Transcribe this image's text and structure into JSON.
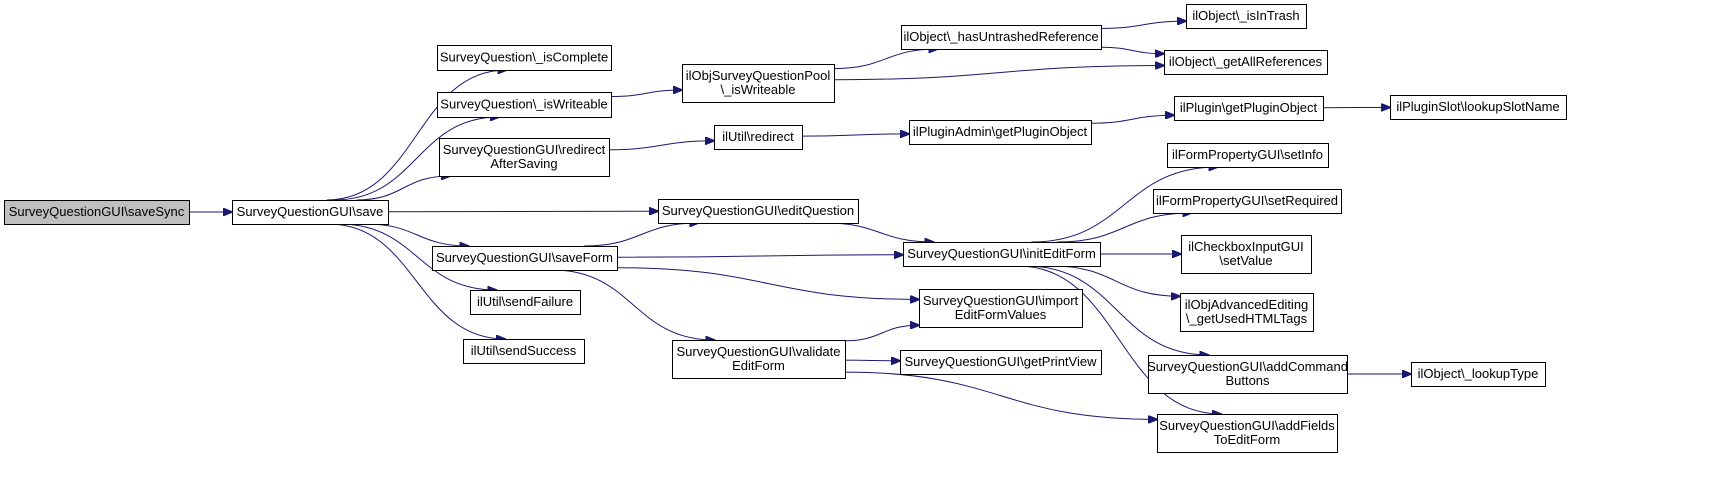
{
  "colors": {
    "edge": "#191970",
    "root_fill": "#bfbfbf",
    "node_fill": "#ffffff",
    "border": "#000000"
  },
  "nodes": [
    {
      "id": "saveSync",
      "lines": [
        "SurveyQuestionGUI\\saveSync"
      ],
      "root": true
    },
    {
      "id": "save",
      "lines": [
        "SurveyQuestionGUI\\save"
      ]
    },
    {
      "id": "isComplete",
      "lines": [
        "SurveyQuestion\\_isComplete"
      ]
    },
    {
      "id": "isWriteable",
      "lines": [
        "SurveyQuestion\\_isWriteable"
      ]
    },
    {
      "id": "redirectAfterSaving",
      "lines": [
        "SurveyQuestionGUI\\redirect",
        "AfterSaving"
      ]
    },
    {
      "id": "saveForm",
      "lines": [
        "SurveyQuestionGUI\\saveForm"
      ]
    },
    {
      "id": "sendFailure",
      "lines": [
        "ilUtil\\sendFailure"
      ]
    },
    {
      "id": "sendSuccess",
      "lines": [
        "ilUtil\\sendSuccess"
      ]
    },
    {
      "id": "poolIsWriteable",
      "lines": [
        "ilObjSurveyQuestionPool",
        "\\_isWriteable"
      ]
    },
    {
      "id": "utilRedirect",
      "lines": [
        "ilUtil\\redirect"
      ]
    },
    {
      "id": "editQuestion",
      "lines": [
        "SurveyQuestionGUI\\editQuestion"
      ]
    },
    {
      "id": "validateEditForm",
      "lines": [
        "SurveyQuestionGUI\\validate",
        "EditForm"
      ]
    },
    {
      "id": "hasUntrashed",
      "lines": [
        "ilObject\\_hasUntrashedReference"
      ]
    },
    {
      "id": "pluginAdmin",
      "lines": [
        "ilPluginAdmin\\getPluginObject"
      ]
    },
    {
      "id": "initEditForm",
      "lines": [
        "SurveyQuestionGUI\\initEditForm"
      ]
    },
    {
      "id": "importValues",
      "lines": [
        "SurveyQuestionGUI\\import",
        "EditFormValues"
      ]
    },
    {
      "id": "getPrintView",
      "lines": [
        "SurveyQuestionGUI\\getPrintView"
      ]
    },
    {
      "id": "isInTrash",
      "lines": [
        "ilObject\\_isInTrash"
      ]
    },
    {
      "id": "getAllRefs",
      "lines": [
        "ilObject\\_getAllReferences"
      ]
    },
    {
      "id": "pluginGet",
      "lines": [
        "ilPlugin\\getPluginObject"
      ]
    },
    {
      "id": "setInfo",
      "lines": [
        "ilFormPropertyGUI\\setInfo"
      ]
    },
    {
      "id": "setRequired",
      "lines": [
        "ilFormPropertyGUI\\setRequired"
      ]
    },
    {
      "id": "checkboxSetValue",
      "lines": [
        "ilCheckboxInputGUI",
        "\\setValue"
      ]
    },
    {
      "id": "usedHtmlTags",
      "lines": [
        "ilObjAdvancedEditing",
        "\\_getUsedHTMLTags"
      ]
    },
    {
      "id": "addCommandButtons",
      "lines": [
        "SurveyQuestionGUI\\addCommand",
        "Buttons"
      ]
    },
    {
      "id": "addFields",
      "lines": [
        "SurveyQuestionGUI\\addFields",
        "ToEditForm"
      ]
    },
    {
      "id": "lookupSlot",
      "lines": [
        "ilPluginSlot\\lookupSlotName"
      ]
    },
    {
      "id": "lookupType",
      "lines": [
        "ilObject\\_lookupType"
      ]
    }
  ],
  "edges": [
    {
      "from": "saveSync",
      "to": "save"
    },
    {
      "from": "save",
      "to": "isComplete"
    },
    {
      "from": "save",
      "to": "isWriteable"
    },
    {
      "from": "save",
      "to": "redirectAfterSaving"
    },
    {
      "from": "save",
      "to": "editQuestion"
    },
    {
      "from": "save",
      "to": "saveForm"
    },
    {
      "from": "save",
      "to": "sendFailure"
    },
    {
      "from": "save",
      "to": "sendSuccess"
    },
    {
      "from": "isWriteable",
      "to": "poolIsWriteable"
    },
    {
      "from": "poolIsWriteable",
      "to": "hasUntrashed"
    },
    {
      "from": "poolIsWriteable",
      "to": "getAllRefs"
    },
    {
      "from": "hasUntrashed",
      "to": "isInTrash"
    },
    {
      "from": "hasUntrashed",
      "to": "getAllRefs"
    },
    {
      "from": "redirectAfterSaving",
      "to": "utilRedirect"
    },
    {
      "from": "utilRedirect",
      "to": "pluginAdmin"
    },
    {
      "from": "pluginAdmin",
      "to": "pluginGet"
    },
    {
      "from": "pluginGet",
      "to": "lookupSlot"
    },
    {
      "from": "saveForm",
      "to": "editQuestion"
    },
    {
      "from": "saveForm",
      "to": "initEditForm"
    },
    {
      "from": "saveForm",
      "to": "importValues"
    },
    {
      "from": "saveForm",
      "to": "validateEditForm"
    },
    {
      "from": "editQuestion",
      "to": "initEditForm"
    },
    {
      "from": "initEditForm",
      "to": "setInfo"
    },
    {
      "from": "initEditForm",
      "to": "setRequired"
    },
    {
      "from": "initEditForm",
      "to": "checkboxSetValue"
    },
    {
      "from": "initEditForm",
      "to": "usedHtmlTags"
    },
    {
      "from": "initEditForm",
      "to": "addCommandButtons"
    },
    {
      "from": "initEditForm",
      "to": "addFields"
    },
    {
      "from": "validateEditForm",
      "to": "importValues"
    },
    {
      "from": "validateEditForm",
      "to": "getPrintView"
    },
    {
      "from": "validateEditForm",
      "to": "addFields"
    },
    {
      "from": "addCommandButtons",
      "to": "lookupType"
    }
  ]
}
